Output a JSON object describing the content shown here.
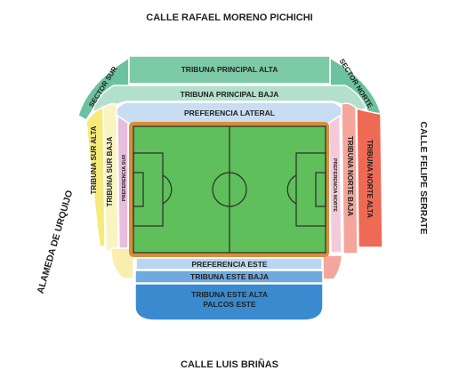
{
  "streets": {
    "top": "CALLE RAFAEL MORENO PICHICHI",
    "bottom": "CALLE LUIS BRIÑAS",
    "right": "CALLE FELIPE SERRATE",
    "left": "ALAMEDA DE URQUIJO"
  },
  "sections": {
    "tribuna_principal_alta": "TRIBUNA PRINCIPAL ALTA",
    "tribuna_principal_baja": "TRIBUNA PRINCIPAL BAJA",
    "preferencia_lateral": "PREFERENCIA LATERAL",
    "sector_sur": "SECTOR SUR",
    "sector_norte": "SECTOR NORTE",
    "tribuna_sur_alta": "TRIBUNA SUR ALTA",
    "tribuna_sur_baja": "TRIBUNA SUR BAJA",
    "preferencia_sur": "PREFERENCIA SUR",
    "preferencia_norte": "PREFERENCIA NORTE",
    "tribuna_norte_baja": "TRIBUNA NORTE BAJA",
    "tribuna_norte_alta": "TRIBUNA NORTE ALTA",
    "preferencia_este": "PREFERENCIA ESTE",
    "tribuna_este_baja": "TRIBUNA ESTE BAJA",
    "tribuna_este_alta_line1": "TRIBUNA ESTE ALTA",
    "tribuna_este_alta_line2": "PALCOS ESTE"
  },
  "colors": {
    "tribuna_principal_alta": "#7ccaa6",
    "tribuna_principal_baja": "#b2e0cc",
    "sector": "#6cc2a0",
    "preferencia_lateral": "#c9ddf2",
    "tribuna_sur_alta": "#f6ea7a",
    "tribuna_sur_baja": "#faf4c2",
    "preferencia_sur": "#e8bede",
    "preferencia_norte": "#f4cadb",
    "tribuna_norte_baja": "#f4a69c",
    "tribuna_norte_alta": "#ee6a55",
    "preferencia_este": "#b8d6f0",
    "tribuna_este_baja": "#6fa9de",
    "tribuna_este_alta": "#3a8ad0",
    "corner_sw": "#faedb0",
    "corner_se": "#f4a69c",
    "pitch": "#5fbf5b",
    "pitch_border": "#d98e3a"
  }
}
